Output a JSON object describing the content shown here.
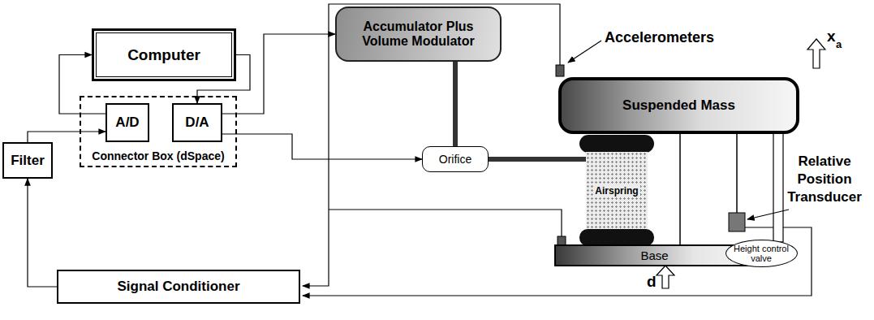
{
  "diagram": {
    "nodes": [
      {
        "text": [
          "Computer"
        ]
      },
      {
        "text": [
          "Connector Box (dSpace)"
        ]
      },
      {
        "text": [
          "A/D"
        ],
        "in": 1
      },
      {
        "text": [
          "D/A"
        ],
        "in": 1
      },
      {
        "text": [
          "Filter"
        ]
      },
      {
        "text": [
          "Signal Conditioner"
        ]
      },
      {
        "text": [
          "Accumulator Plus Volume Modulator"
        ]
      },
      {
        "text": [
          "Orifice"
        ]
      },
      {
        "text": [
          "Suspended Mass"
        ]
      },
      {
        "text": [
          "Airspring"
        ]
      },
      {
        "text": [
          "Base"
        ]
      },
      {
        "text": [
          "Height control valve"
        ]
      }
    ],
    "edges": [
      {
        "from": 2,
        "to": 0,
        "arrow": "to"
      },
      {
        "from": 0,
        "to": 3,
        "arrow": "to"
      },
      {
        "from": 3,
        "to": 6,
        "arrow": "to"
      },
      {
        "from": 3,
        "to": 7,
        "arrow": "to"
      },
      {
        "from": 4,
        "to": 2,
        "arrow": "to"
      },
      {
        "from": 5,
        "to": 4,
        "arrow": "to"
      },
      {
        "from": 6,
        "to": 7,
        "arrow": "none"
      },
      {
        "from": 7,
        "to": 9,
        "arrow": "none"
      }
    ],
    "labels": [
      "Accelerometers",
      "x",
      "a",
      "Relative Position Transducer",
      "d"
    ]
  }
}
